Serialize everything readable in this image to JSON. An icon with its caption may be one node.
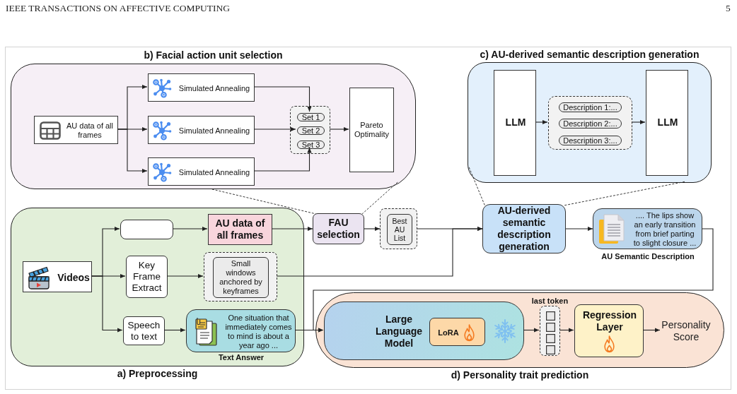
{
  "diagram": {
    "nodes": [
      {
        "text": [
          "b) Facial action unit selection"
        ]
      },
      {
        "text": [
          "AU data of all frames"
        ],
        "in": 0
      },
      {
        "text": [
          "Simulated Annealing"
        ],
        "in": 0
      },
      {
        "text": [
          "Simulated Annealing"
        ],
        "in": 0
      },
      {
        "text": [
          "Simulated Annealing"
        ],
        "in": 0
      },
      {
        "text": [],
        "shape": "box",
        "in": 0
      },
      {
        "text": [
          "Set 1"
        ],
        "in": 5
      },
      {
        "text": [
          "Set 2"
        ],
        "in": 5
      },
      {
        "text": [
          "Set 3"
        ],
        "in": 5
      },
      {
        "text": [
          "Pareto Optimality"
        ],
        "in": 0
      },
      {
        "text": [
          "c) AU-derived semantic description generation"
        ]
      },
      {
        "text": [
          "LLM"
        ],
        "in": 10
      },
      {
        "text": [],
        "shape": "box",
        "in": 10
      },
      {
        "text": [
          "Description 1:..."
        ],
        "in": 12
      },
      {
        "text": [
          "Description 2:..."
        ],
        "in": 12
      },
      {
        "text": [
          "Description 3:..."
        ],
        "in": 12
      },
      {
        "text": [
          "LLM"
        ],
        "in": 10
      },
      {
        "text": [
          "a) Preprocessing"
        ]
      },
      {
        "text": [
          "Videos"
        ],
        "in": 17
      },
      {
        "text": [],
        "shape": "box",
        "in": 17
      },
      {
        "text": [
          "AU data of all frames"
        ],
        "in": 17
      },
      {
        "text": [
          "Key Frame Extract"
        ],
        "in": 17
      },
      {
        "text": [],
        "shape": "box",
        "in": 17
      },
      {
        "text": [
          "Small windows anchored by keyframes"
        ],
        "in": 22
      },
      {
        "text": [
          "Speech to text"
        ],
        "in": 17
      },
      {
        "text": [
          "One situation that immediately comes to mind is about a year ago ..."
        ],
        "in": 17,
        "beside": [
          "Text Answer"
        ]
      },
      {
        "text": [
          "FAU selection"
        ]
      },
      {
        "text": [],
        "shape": "box"
      },
      {
        "text": [
          "Best AU List"
        ],
        "in": 27
      },
      {
        "text": [
          "AU-derived semantic description generation"
        ]
      },
      {
        "text": [
          ".... The lips show an early transition from brief parting to slight closure ..."
        ],
        "beside": [
          "AU Semantic Description"
        ]
      },
      {
        "text": [
          "d) Personality trait prediction"
        ]
      },
      {
        "text": [
          "Large Language Model"
        ],
        "in": 31
      },
      {
        "text": [
          "LoRA"
        ],
        "in": 32
      },
      {
        "text": [
          "last token"
        ],
        "in": 31
      },
      {
        "text": [
          "Regression Layer"
        ],
        "in": 31
      },
      {
        "text": [
          "Personality Score"
        ],
        "in": 31
      }
    ],
    "edges": [
      {
        "from": 1,
        "to": 2,
        "arrow": "to"
      },
      {
        "from": 1,
        "to": 3,
        "arrow": "to"
      },
      {
        "from": 1,
        "to": 4,
        "arrow": "to"
      },
      {
        "from": 2,
        "to": 6,
        "arrow": "to"
      },
      {
        "from": 3,
        "to": 7,
        "arrow": "to"
      },
      {
        "from": 4,
        "to": 8,
        "arrow": "to"
      },
      {
        "from": 5,
        "to": 9,
        "arrow": "to"
      },
      {
        "from": 11,
        "to": 12,
        "arrow": "to"
      },
      {
        "from": 12,
        "to": 16,
        "arrow": "to"
      },
      {
        "from": 18,
        "to": 19,
        "arrow": "to"
      },
      {
        "from": 18,
        "to": 21,
        "arrow": "to"
      },
      {
        "from": 18,
        "to": 24,
        "arrow": "to"
      },
      {
        "from": 19,
        "to": 20,
        "arrow": "to"
      },
      {
        "from": 21,
        "to": 22,
        "arrow": "to"
      },
      {
        "from": 24,
        "to": 25,
        "arrow": "to"
      },
      {
        "from": 20,
        "to": 26,
        "arrow": "to"
      },
      {
        "from": 26,
        "to": 27,
        "arrow": "to"
      },
      {
        "from": 27,
        "to": 29,
        "arrow": "to"
      },
      {
        "from": 22,
        "to": 29,
        "arrow": "to"
      },
      {
        "from": 29,
        "to": 30,
        "arrow": "to"
      },
      {
        "from": 30,
        "to": 32,
        "arrow": "to"
      },
      {
        "from": 25,
        "to": 32,
        "arrow": "to"
      },
      {
        "from": 32,
        "to": 34,
        "arrow": "to"
      },
      {
        "from": 34,
        "to": 35,
        "arrow": "to"
      },
      {
        "from": 35,
        "to": 36,
        "arrow": "to"
      },
      {
        "from": 0,
        "to": 26,
        "arrow": "none",
        "style": "dashed"
      },
      {
        "from": 0,
        "to": 26,
        "arrow": "none",
        "style": "dashed"
      },
      {
        "from": 10,
        "to": 29,
        "arrow": "none",
        "style": "dashed"
      },
      {
        "from": 10,
        "to": 29,
        "arrow": "none",
        "style": "dashed"
      }
    ],
    "labels": [
      "IEEE TRANSACTIONS ON AFFECTIVE COMPUTING",
      "5"
    ]
  }
}
